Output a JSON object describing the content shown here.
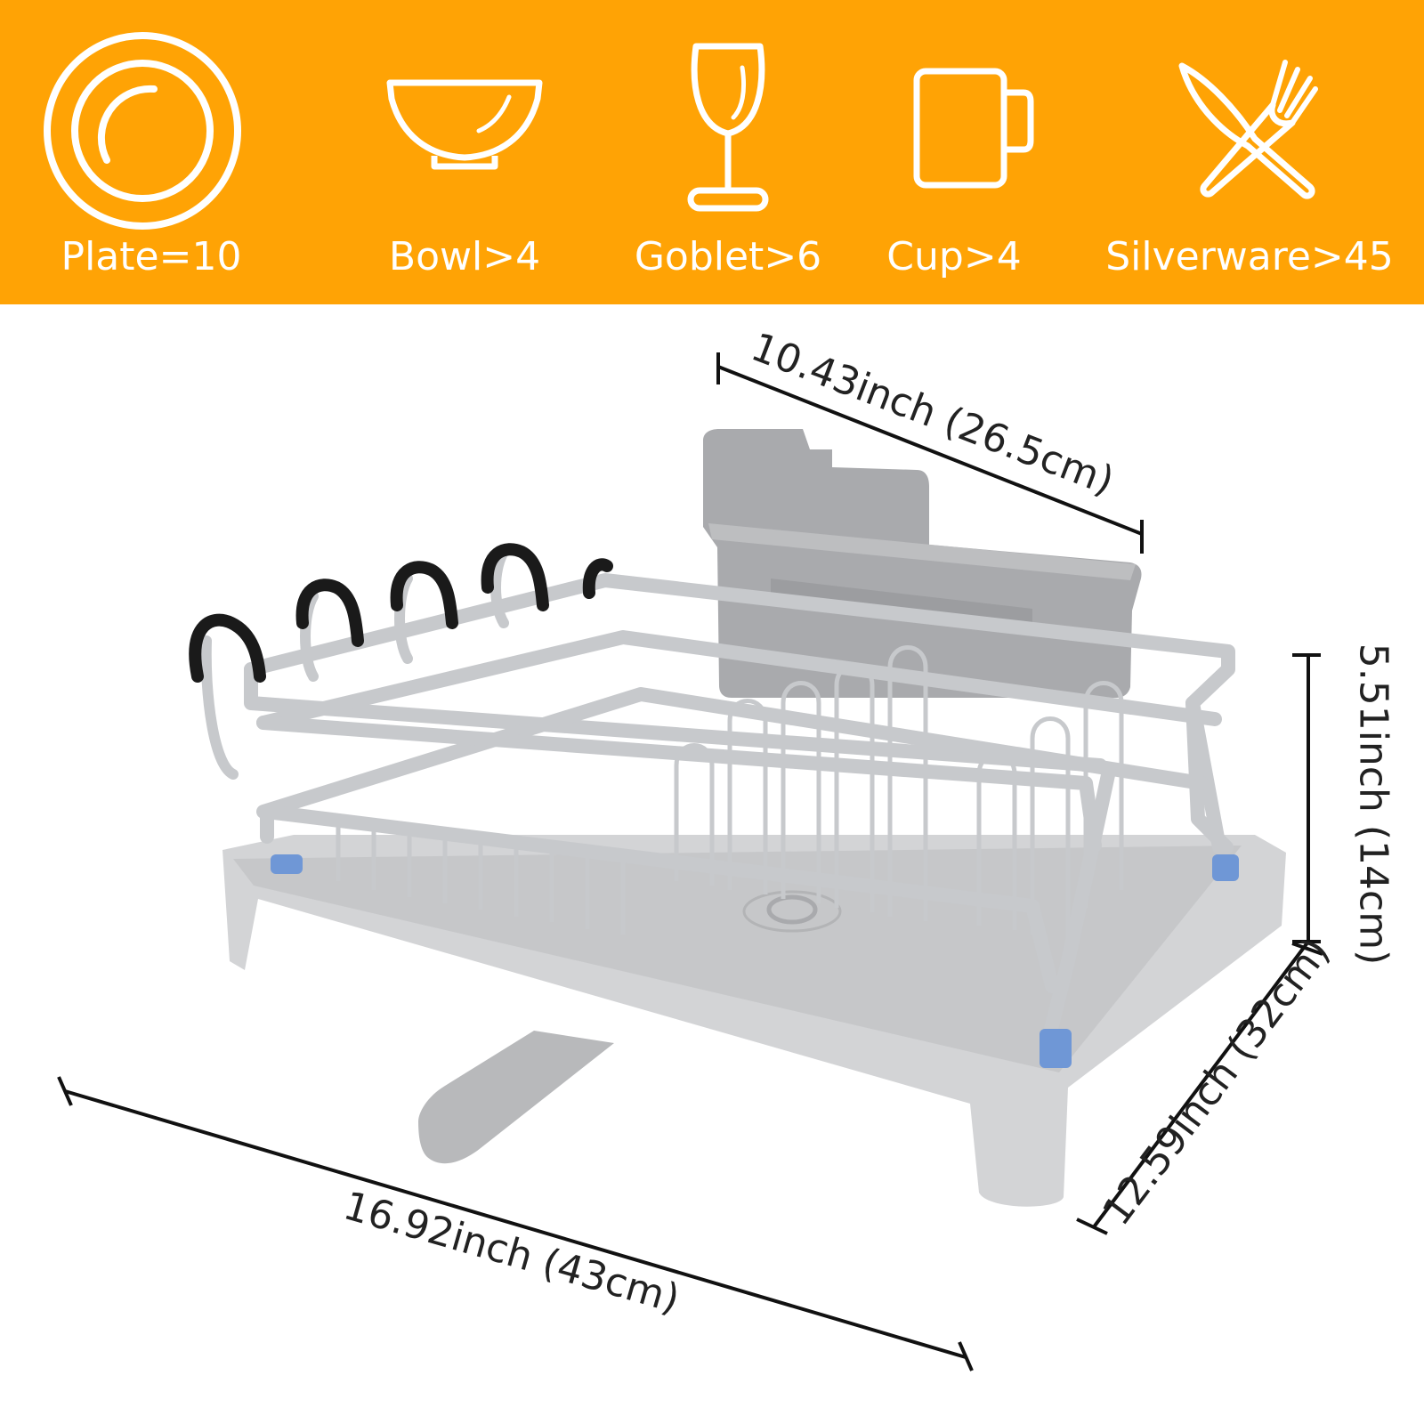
{
  "colors": {
    "banner": "#ffa305",
    "icon_stroke": "#ffffff",
    "dimension_line": "#111111",
    "rack_metal": "#c7c9cc",
    "tray_gray": "#d3d4d6",
    "caddy_gray": "#a9aaad"
  },
  "capacity": [
    {
      "icon": "plate-icon",
      "label": "Plate=10"
    },
    {
      "icon": "bowl-icon",
      "label": "Bowl>4"
    },
    {
      "icon": "goblet-icon",
      "label": "Goblet>6"
    },
    {
      "icon": "cup-icon",
      "label": "Cup>4"
    },
    {
      "icon": "silverware-icon",
      "label": "Silverware>45"
    }
  ],
  "dimensions": {
    "depth_top": "10.43inch (26.5cm)",
    "height": "5.51inch (14cm)",
    "depth_side": "12.59inch (32cm)",
    "width": "16.92inch (43cm)"
  }
}
